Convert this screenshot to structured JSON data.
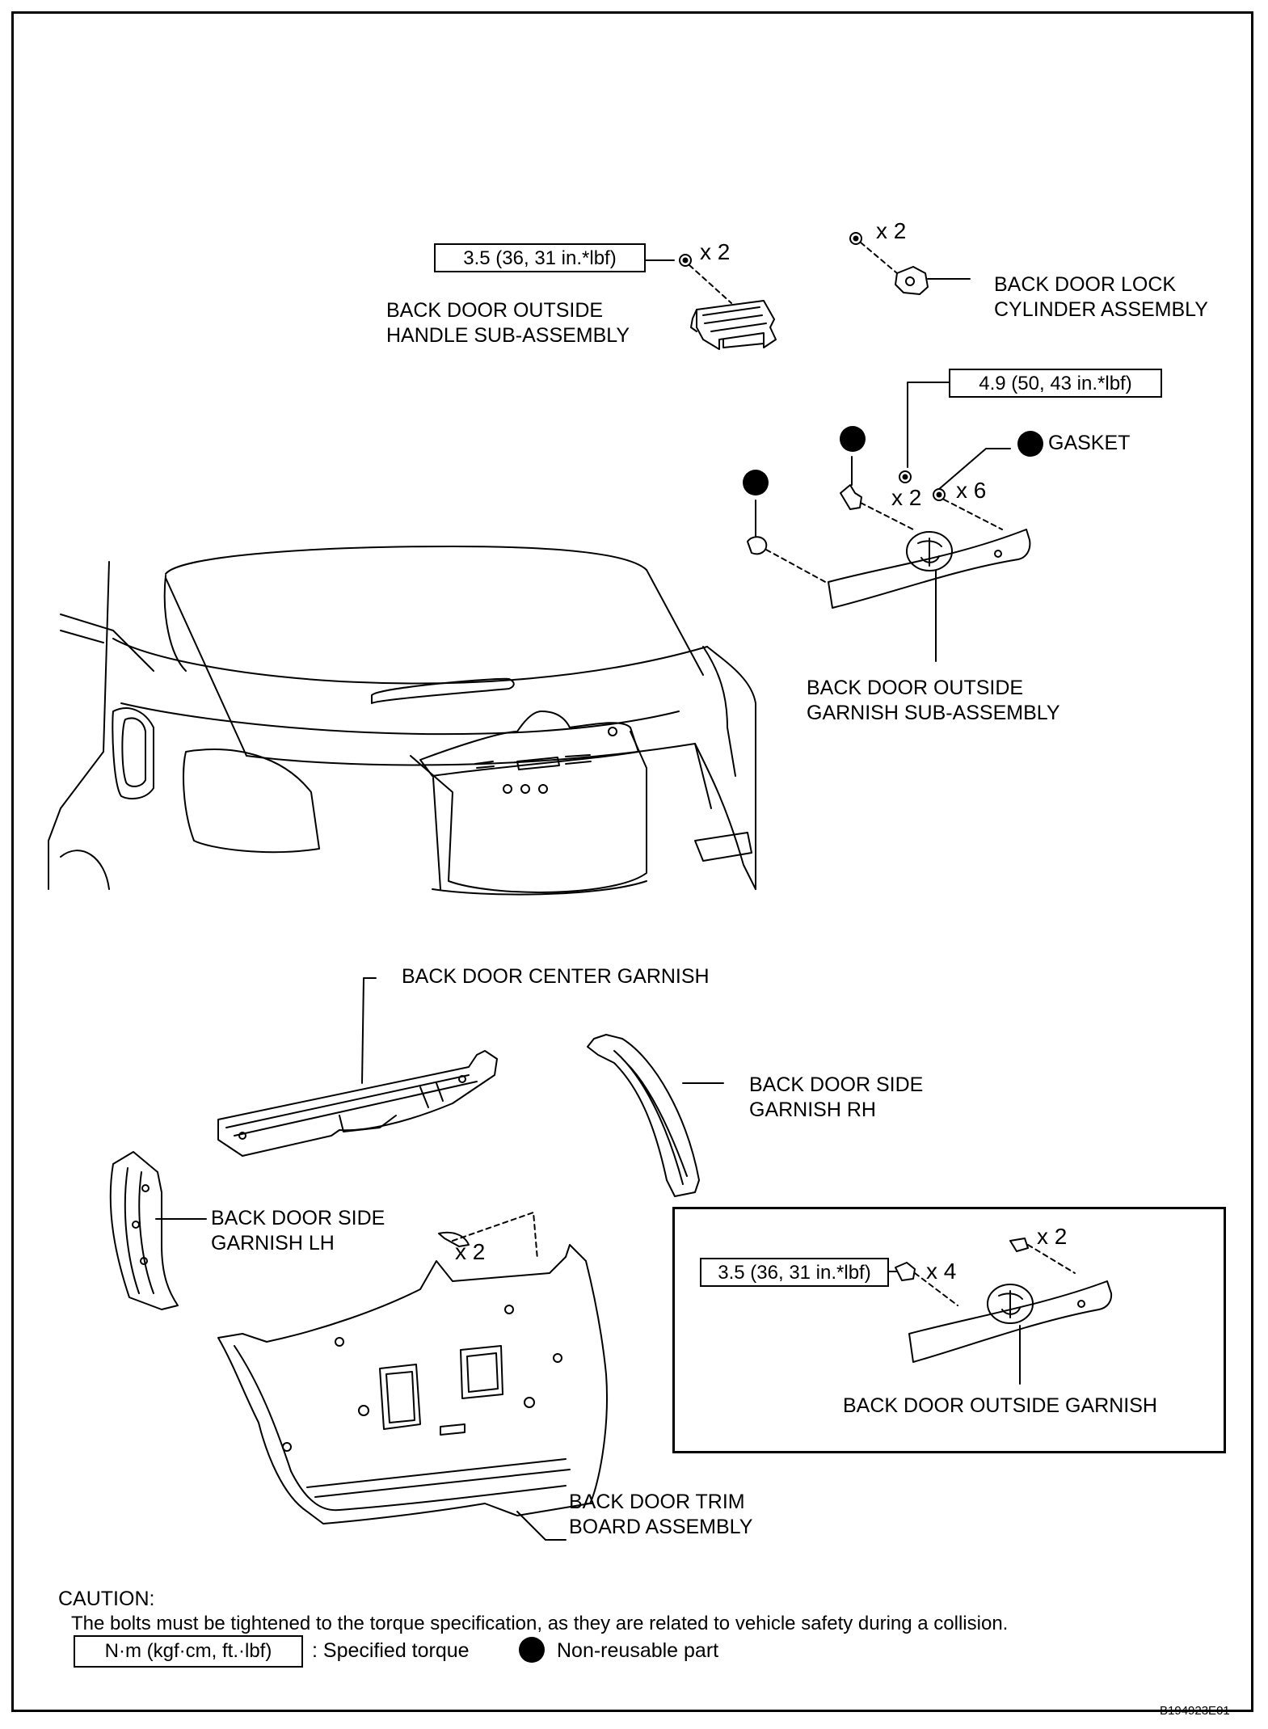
{
  "torque_specs": {
    "handle": "3.5 (36, 31 in.*lbf)",
    "garnish": "4.9 (50, 43 in.*lbf)",
    "inset": "3.5 (36, 31 in.*lbf)"
  },
  "counts": {
    "handle_nut": "x 2",
    "lock_nut": "x 2",
    "garnish_nut": "x 2",
    "gasket_count": "x 6",
    "trim_clip": "x 2",
    "inset_bolt_top": "x 2",
    "inset_bolt_left": "x 4"
  },
  "labels": {
    "handle": "BACK DOOR OUTSIDE\nHANDLE SUB-ASSEMBLY",
    "lock": "BACK DOOR LOCK\nCYLINDER ASSEMBLY",
    "gasket": "GASKET",
    "outside_garnish_sub": "BACK DOOR OUTSIDE\nGARNISH SUB-ASSEMBLY",
    "center_garnish": "BACK DOOR CENTER GARNISH",
    "side_rh": "BACK DOOR SIDE\nGARNISH RH",
    "side_lh": "BACK DOOR SIDE\nGARNISH LH",
    "trim_board": "BACK DOOR TRIM\nBOARD ASSEMBLY",
    "outside_garnish": "BACK DOOR OUTSIDE GARNISH"
  },
  "caution": {
    "title": "CAUTION:",
    "text": "The bolts must be tightened to the torque specification, as they are related to vehicle safety during a collision."
  },
  "legend": {
    "unit": "N·m (kgf·cm, ft.·lbf)",
    "specified": ": Specified torque",
    "non_reusable": "Non-reusable part"
  },
  "figure_id": "B194923E01"
}
